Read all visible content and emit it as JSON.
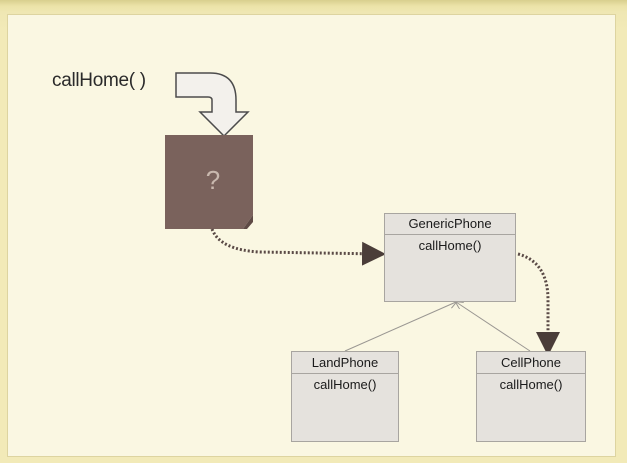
{
  "diagram": {
    "caller_label": "callHome( )",
    "unknown_symbol": "?",
    "classes": {
      "generic_phone": {
        "name": "GenericPhone",
        "method": "callHome()"
      },
      "land_phone": {
        "name": "LandPhone",
        "method": "callHome()"
      },
      "cell_phone": {
        "name": "CellPhone",
        "method": "callHome()"
      }
    }
  },
  "colors": {
    "frame": "#e9dfa0",
    "panel": "#faf7e2",
    "black_box": "#7a625c",
    "class_box": "#e5e2dd",
    "dotted_arrow": "#5a4a46"
  }
}
